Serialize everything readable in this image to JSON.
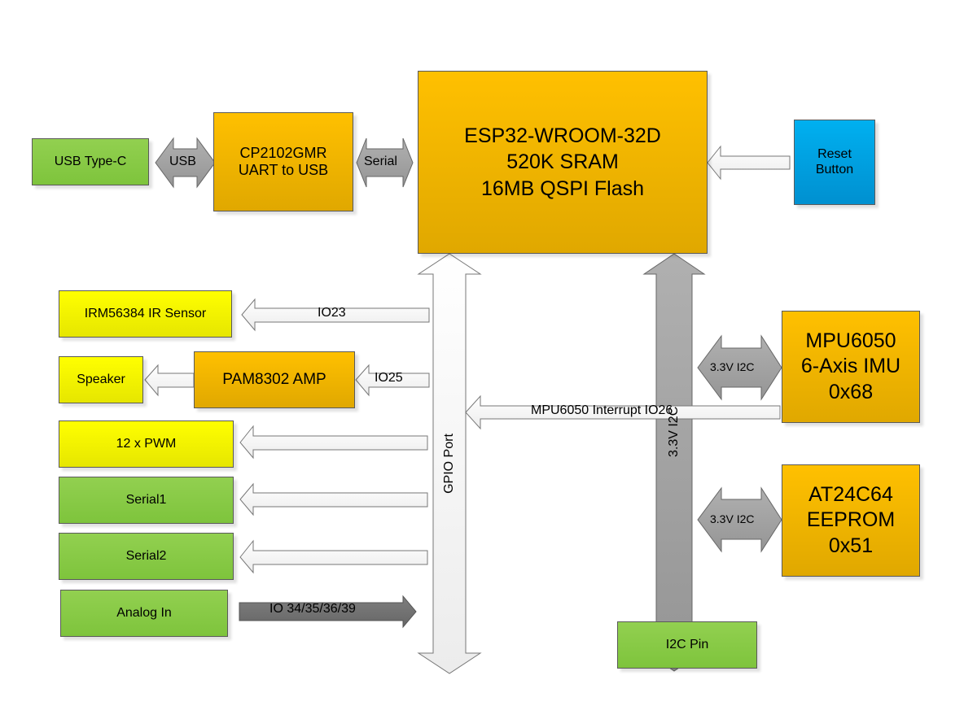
{
  "diagram": {
    "title": "ESP32 board block diagram",
    "colors": {
      "interface_green": "#92d050",
      "peripheral_yellow": "#ffff00",
      "ic_orange": "#ffc000",
      "button_blue": "#00b0f0",
      "bus_gray": "#a6a6a6",
      "signal_white": "#f2f2f2"
    },
    "blocks": {
      "usb_type_c": {
        "label": "USB Type-C"
      },
      "cp2102": {
        "lines": [
          "CP2102GMR",
          "UART to USB"
        ]
      },
      "esp32": {
        "lines": [
          "ESP32-WROOM-32D",
          "520K SRAM",
          "16MB QSPI Flash"
        ]
      },
      "reset_button": {
        "lines": [
          "Reset",
          "Button"
        ]
      },
      "ir_sensor": {
        "label": "IRM56384 IR Sensor"
      },
      "speaker": {
        "label": "Speaker"
      },
      "amp": {
        "label": "PAM8302 AMP"
      },
      "pwm": {
        "label": "12 x PWM"
      },
      "serial1": {
        "label": "Serial1"
      },
      "serial2": {
        "label": "Serial2"
      },
      "analog_in": {
        "label": "Analog In"
      },
      "mpu6050": {
        "lines": [
          "MPU6050",
          "6-Axis IMU",
          "0x68"
        ]
      },
      "eeprom": {
        "lines": [
          "AT24C64",
          "EEPROM",
          "0x51"
        ]
      },
      "i2c_pin": {
        "label": "I2C Pin"
      }
    },
    "connections": {
      "usb": "USB",
      "serial": "Serial",
      "io23": "IO23",
      "io25": "IO25",
      "mpu_interrupt": "MPU6050 Interrupt IO26",
      "analog_pins": "IO 34/35/36/39",
      "gpio_port": "GPIO Port",
      "i2c_bus": "3.3V I2C",
      "mpu_i2c": "3.3V I2C",
      "eeprom_i2c": "3.3V I2C"
    }
  }
}
